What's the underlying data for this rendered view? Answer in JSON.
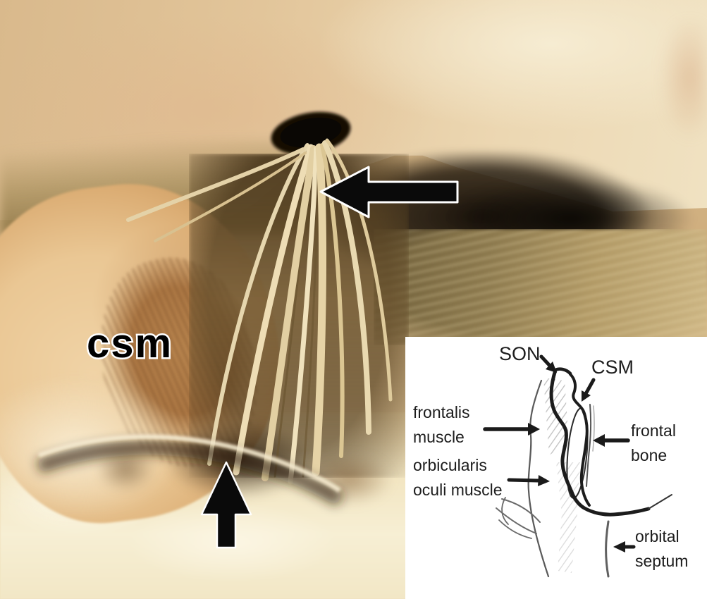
{
  "photo": {
    "label_csm": "csm",
    "icons": {
      "left_arrow": "left-arrow",
      "up_arrow": "up-arrow",
      "foramen": "dark-foramen-hole"
    }
  },
  "inset": {
    "labels": {
      "son": "SON",
      "csm": "CSM",
      "frontalis": [
        "frontalis",
        "muscle"
      ],
      "frontal_bone": [
        "frontal",
        "bone"
      ],
      "orbicularis": [
        "orbicularis",
        "oculi muscle"
      ],
      "orbital_septum": [
        "orbital",
        "septum"
      ]
    }
  },
  "colors": {
    "inset_background": "#ffffff",
    "inset_text": "#1d1d1d",
    "sketch_line": "#1c1c1c",
    "annotation_arrow_fill": "#0a0a0a",
    "annotation_arrow_outline": "#ffffff",
    "photo_label_fill": "#000000",
    "photo_label_outline": "#ffffff",
    "tissue_cream": "#f2e3c4",
    "tissue_tan": "#d9b88a",
    "tissue_olive": "#8d7a4e",
    "shadow_dark": "#17100a",
    "nerve_strand": "#ecdcb4"
  }
}
